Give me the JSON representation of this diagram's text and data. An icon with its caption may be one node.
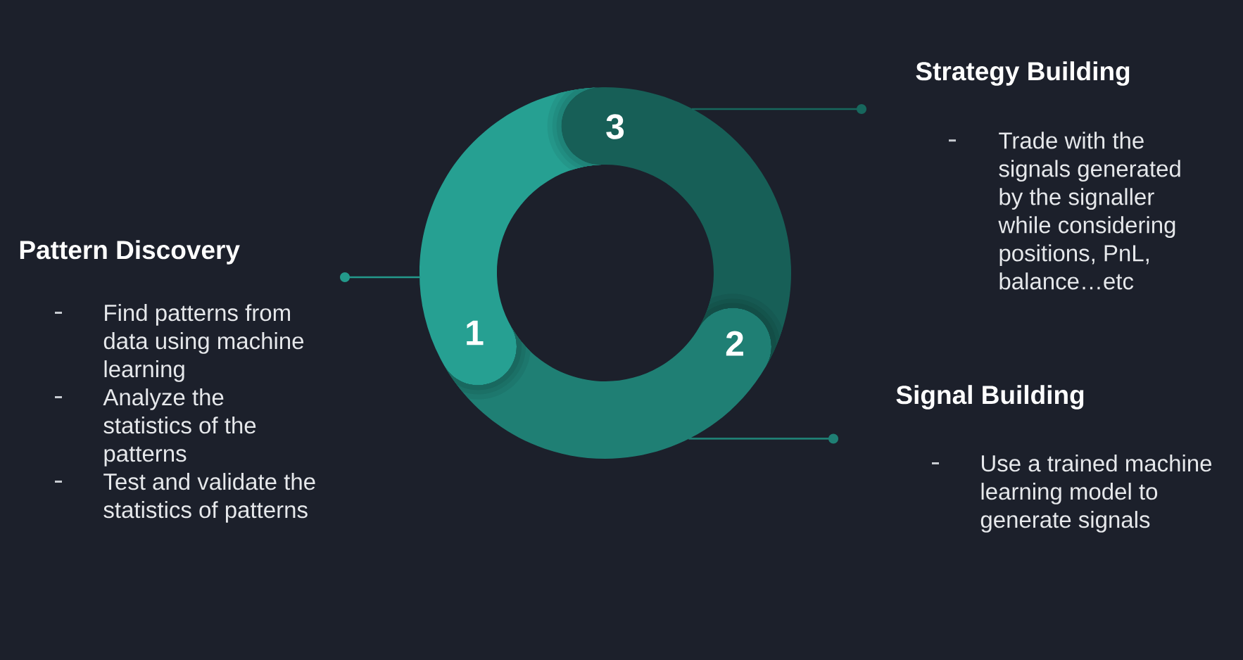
{
  "diagram": {
    "nodes": [
      {
        "text": [
          "Pattern Discovery",
          "Find patterns from data using machine learning",
          "Analyze the statistics of the patterns",
          "Test and validate the statistics of patterns"
        ]
      },
      {
        "text": [
          "1"
        ]
      },
      {
        "text": [
          "2"
        ]
      },
      {
        "text": [
          "3"
        ]
      },
      {
        "text": [
          "Strategy Building",
          "Trade with the signals generated by the signaller while considering positions, PnL, balance…etc"
        ]
      },
      {
        "text": [
          "Signal Building",
          "Use a trained machine learning model to generate signals"
        ]
      }
    ],
    "edges": [
      {
        "from": 0,
        "to": 1,
        "arrow": "other",
        "color": "#23998b"
      },
      {
        "from": 4,
        "to": 3,
        "arrow": "other",
        "color": "#17675d"
      },
      {
        "from": 5,
        "to": 2,
        "arrow": "other",
        "color": "#1f7f74"
      }
    ]
  }
}
